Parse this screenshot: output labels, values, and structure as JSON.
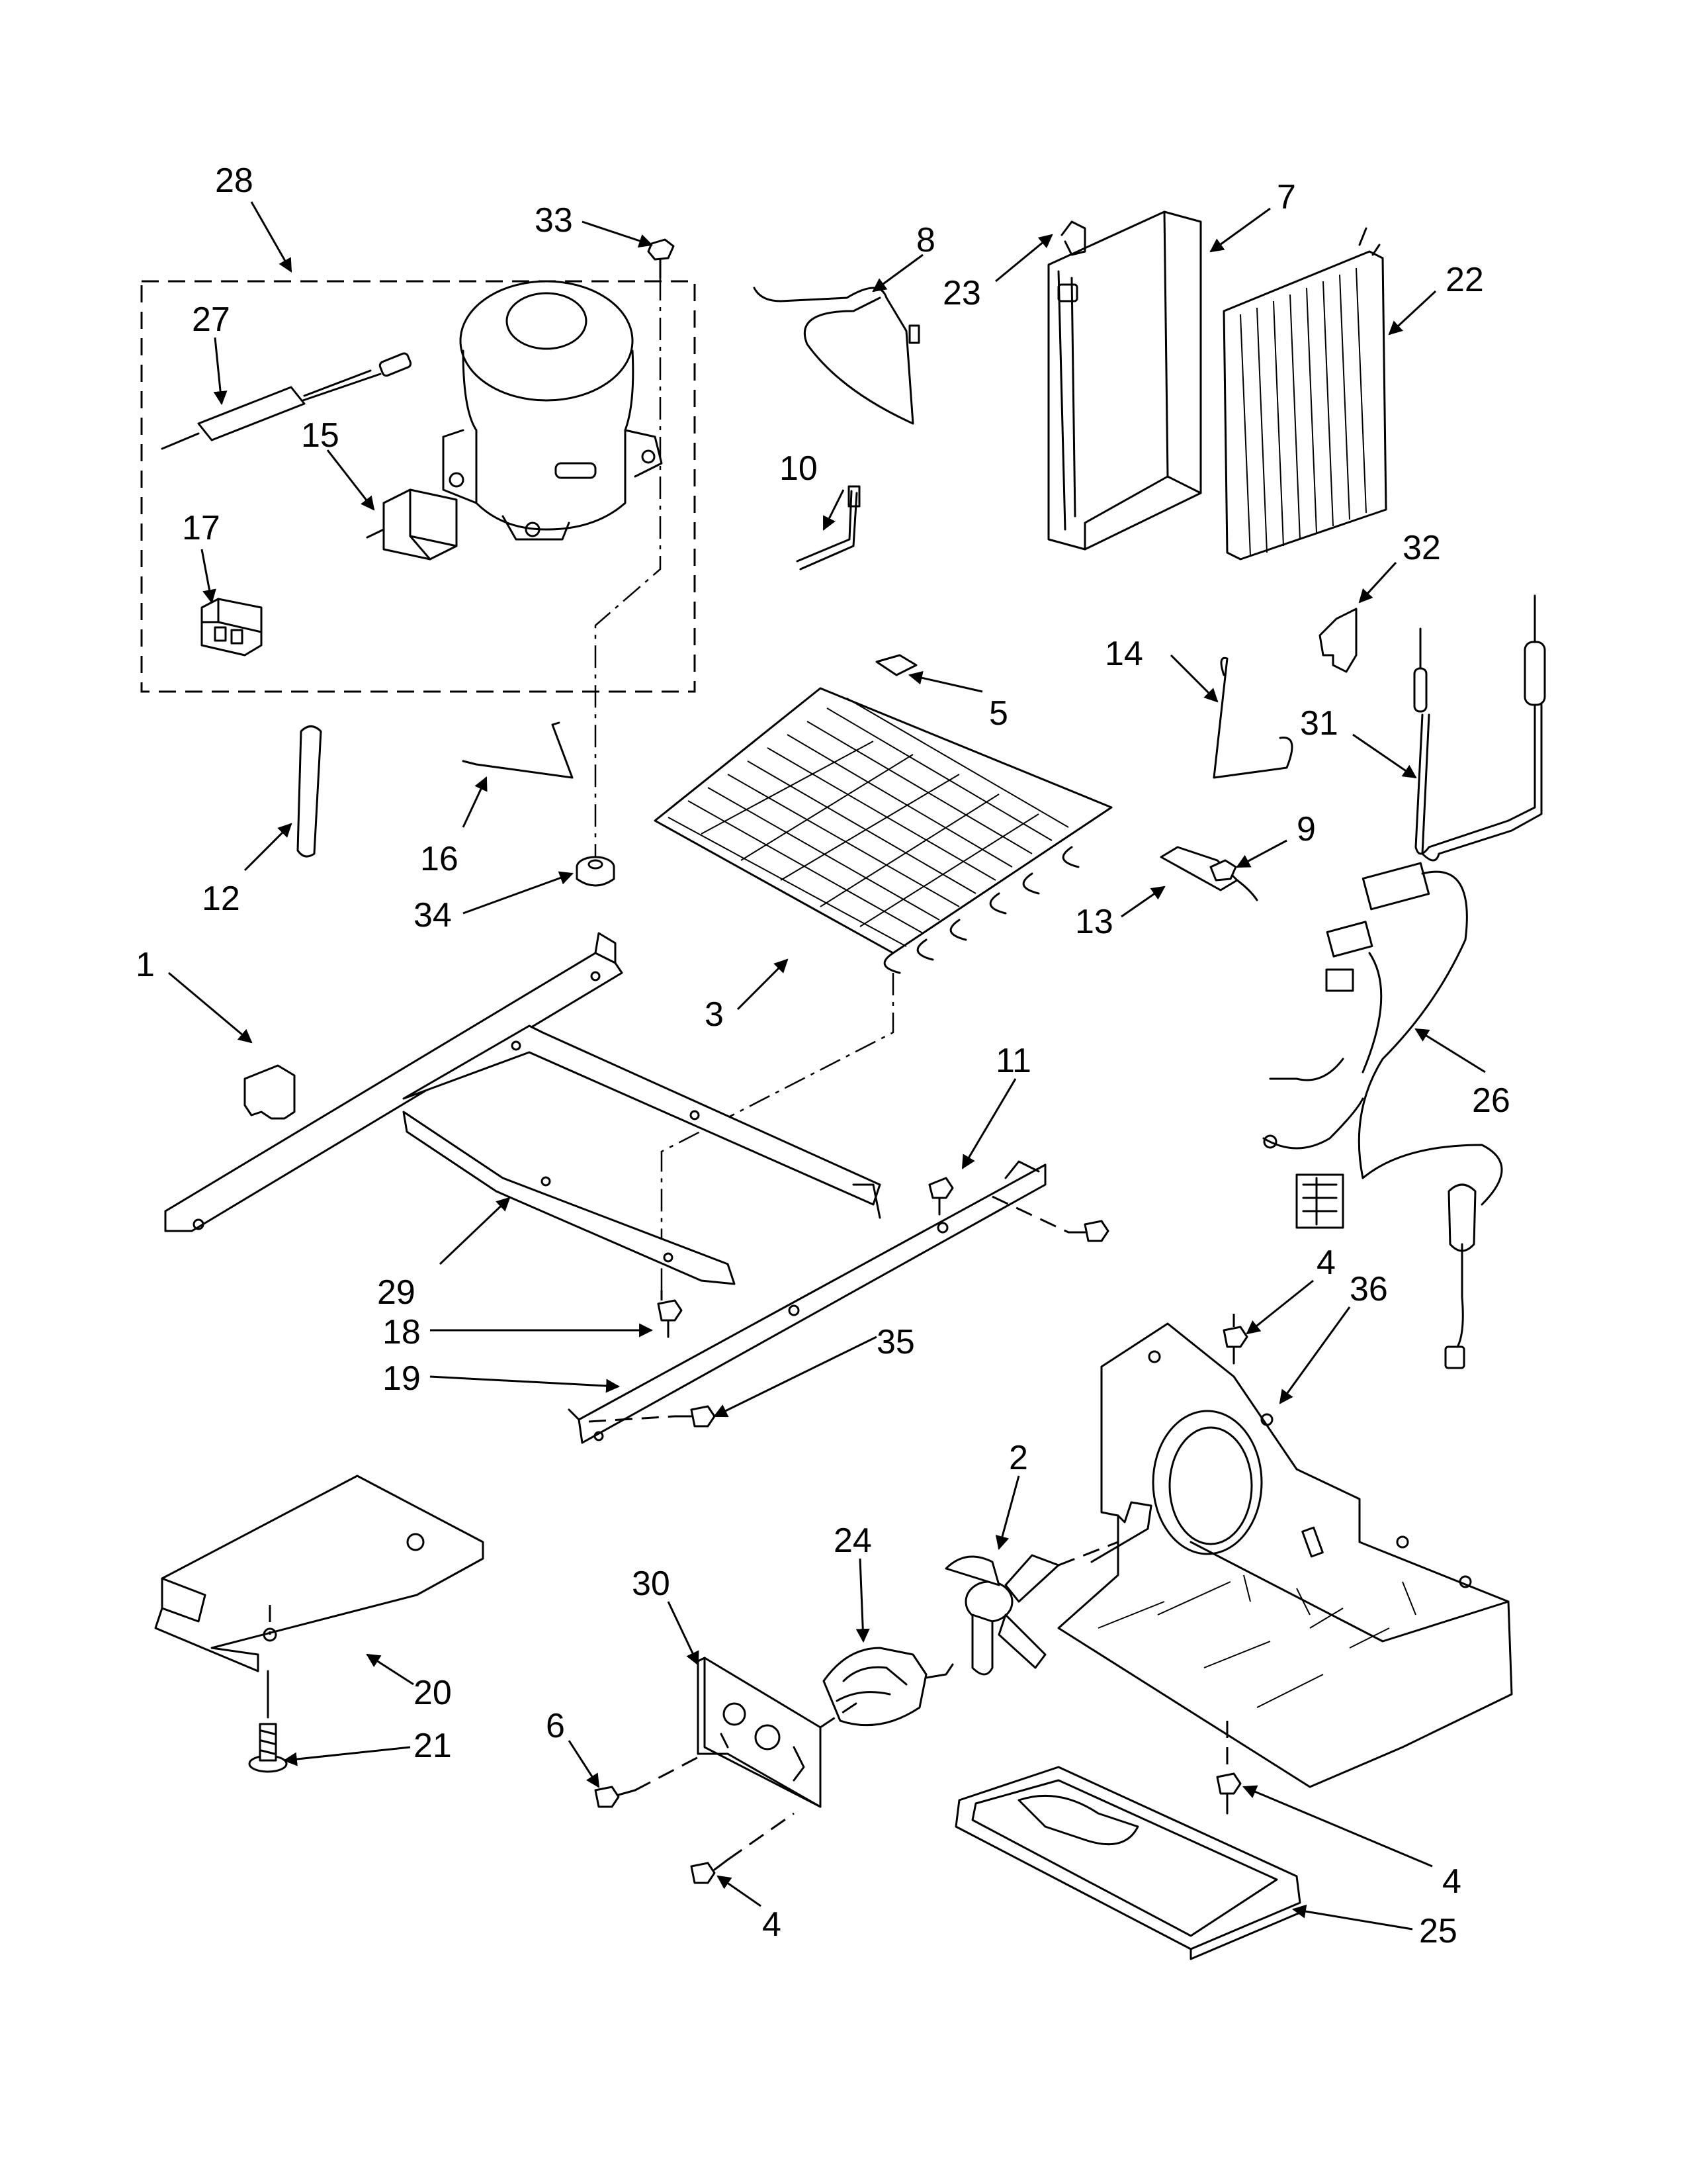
{
  "callouts": [
    {
      "id": "c28",
      "text": "28"
    },
    {
      "id": "c33",
      "text": "33"
    },
    {
      "id": "c8",
      "text": "8"
    },
    {
      "id": "c7",
      "text": "7"
    },
    {
      "id": "c23",
      "text": "23"
    },
    {
      "id": "c22",
      "text": "22"
    },
    {
      "id": "c27",
      "text": "27"
    },
    {
      "id": "c15",
      "text": "15"
    },
    {
      "id": "c10",
      "text": "10"
    },
    {
      "id": "c17",
      "text": "17"
    },
    {
      "id": "c32",
      "text": "32"
    },
    {
      "id": "c14",
      "text": "14"
    },
    {
      "id": "c5",
      "text": "5"
    },
    {
      "id": "c31",
      "text": "31"
    },
    {
      "id": "c12",
      "text": "12"
    },
    {
      "id": "c16",
      "text": "16"
    },
    {
      "id": "c9",
      "text": "9"
    },
    {
      "id": "c34",
      "text": "34"
    },
    {
      "id": "c13",
      "text": "13"
    },
    {
      "id": "c1",
      "text": "1"
    },
    {
      "id": "c3",
      "text": "3"
    },
    {
      "id": "c26",
      "text": "26"
    },
    {
      "id": "c11",
      "text": "11"
    },
    {
      "id": "c29",
      "text": "29"
    },
    {
      "id": "c4a",
      "text": "4"
    },
    {
      "id": "c36",
      "text": "36"
    },
    {
      "id": "c18",
      "text": "18"
    },
    {
      "id": "c35",
      "text": "35"
    },
    {
      "id": "c19",
      "text": "19"
    },
    {
      "id": "c2",
      "text": "2"
    },
    {
      "id": "c24",
      "text": "24"
    },
    {
      "id": "c30",
      "text": "30"
    },
    {
      "id": "c20",
      "text": "20"
    },
    {
      "id": "c21",
      "text": "21"
    },
    {
      "id": "c6",
      "text": "6"
    },
    {
      "id": "c4b",
      "text": "4"
    },
    {
      "id": "c4c",
      "text": "4"
    },
    {
      "id": "c25",
      "text": "25"
    }
  ]
}
